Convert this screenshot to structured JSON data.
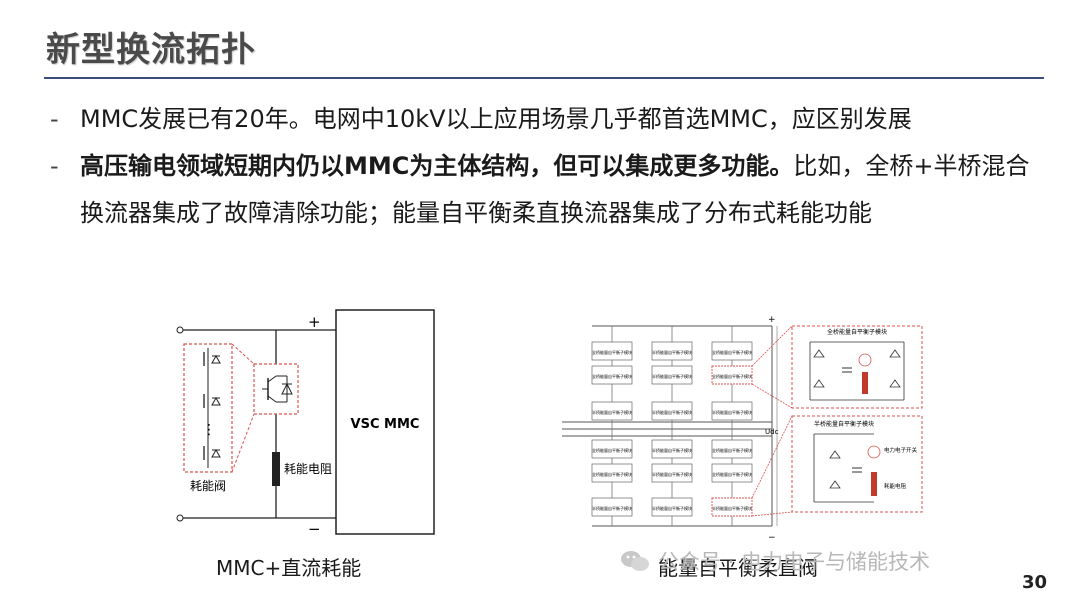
{
  "slide": {
    "title": "新型换流拓扑",
    "bullets": [
      {
        "dash": "-",
        "normal_before": "MMC发展已有20年。电网中10kV以上应用场景几乎都首选MMC，应区别发展",
        "bold": "",
        "normal_after": ""
      },
      {
        "dash": "-",
        "normal_before": "",
        "bold": "高压输电领域短期内仍以MMC为主体结构，但可以集成更多功能。",
        "normal_after": "比如，全桥+半桥混合换流器集成了故障清除功能；能量自平衡柔直换流器集成了分布式耗能功能"
      }
    ],
    "page_number": "30"
  },
  "left_diagram": {
    "caption": "MMC+直流耗能",
    "vsc_label": "VSC MMC",
    "plus_label": "+",
    "minus_label": "−",
    "resistor_label": "耗能电阻",
    "valve_label": "耗能阀",
    "dots_label": "⋮"
  },
  "right_diagram": {
    "caption": "能量自平衡柔直阀",
    "udc_label": "Udc",
    "plus_label": "+",
    "minus_label": "−",
    "col1_modules": [
      "全桥能量自平衡子模块",
      "全桥能量自平衡子模块",
      "半桥能量自平衡子模块",
      "全桥能量自平衡子模块",
      "全桥能量自平衡子模块",
      "半桥能量自平衡子模块"
    ],
    "col2_modules": [
      "半桥能量自平衡子模块",
      "半桥能量自平衡子模块",
      "半桥能量自平衡子模块",
      "半桥能量自平衡子模块",
      "半桥能量自平衡子模块",
      "半桥能量自平衡子模块"
    ],
    "col3_modules": [
      "全桥能量自平衡子模块",
      "全桥能量自平衡子模块",
      "半桥能量自平衡子模块",
      "全桥能量自平衡子模块",
      "全桥能量自平衡子模块",
      "半桥能量自平衡子模块"
    ],
    "detail_top_title": "全桥能量自平衡子模块",
    "detail_bottom_title": "半桥能量自平衡子模块",
    "electronic_switch_label": "电力电子开关",
    "consumption_resistor_label": "耗能电阻"
  },
  "watermark": {
    "text": "公众号 · 电力电子与储能技术"
  },
  "colors": {
    "title_rule": "#3d4b7c",
    "dashed_highlight": "#d9534f",
    "resistor_red": "#c0392b"
  }
}
